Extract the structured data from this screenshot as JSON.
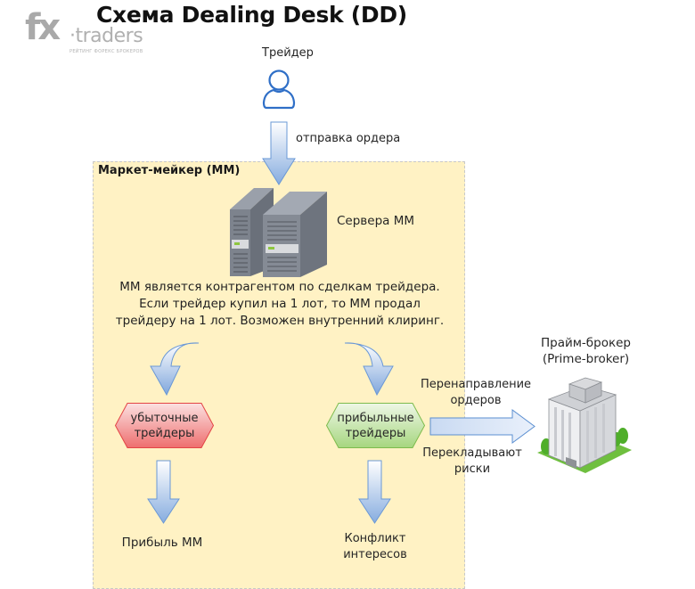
{
  "title": "Схема Dealing Desk (DD)",
  "logo": {
    "brand_fx": "fx",
    "brand_traders": "·traders",
    "tagline": "РЕЙТИНГ ФОРЕКС БРОКЕРОВ"
  },
  "trader": {
    "label": "Трейдер",
    "icon": "user-icon"
  },
  "arrow_order_label": "отправка ордера",
  "market_maker": {
    "title": "Маркет-мейкер (ММ)",
    "servers_label": "Сервера ММ",
    "servers_icon": "server-icon",
    "description": [
      "ММ является контрагентом по сделкам трейдера.",
      "Если трейдер купил на 1 лот, то ММ продал",
      "трейдеру на 1 лот. Возможен внутренний клиринг."
    ],
    "losing_traders": [
      "убыточные",
      "трейдеры"
    ],
    "profitable_traders": [
      "прибыльные",
      "трейдеры"
    ],
    "outcome_losing": "Прибыль ММ",
    "outcome_profitable": [
      "Конфликт",
      "интересов"
    ]
  },
  "prime_broker": {
    "label": [
      "Прайм-брокер",
      "(Prime-broker)"
    ],
    "icon": "building-icon",
    "arrow_top_label": [
      "Перенаправление",
      "ордеров"
    ],
    "arrow_bottom_label": [
      "Перекладывают",
      "риски"
    ]
  },
  "colors": {
    "mm_background": "#fff2c4",
    "arrow_fill_top": "#ffffff",
    "arrow_fill_bottom": "#8eb4e3",
    "arrow_stroke": "#5b8fd1",
    "losing_red": "#e64545",
    "profitable_green": "#8fc862",
    "user_icon_blue": "#2f6fc7"
  }
}
